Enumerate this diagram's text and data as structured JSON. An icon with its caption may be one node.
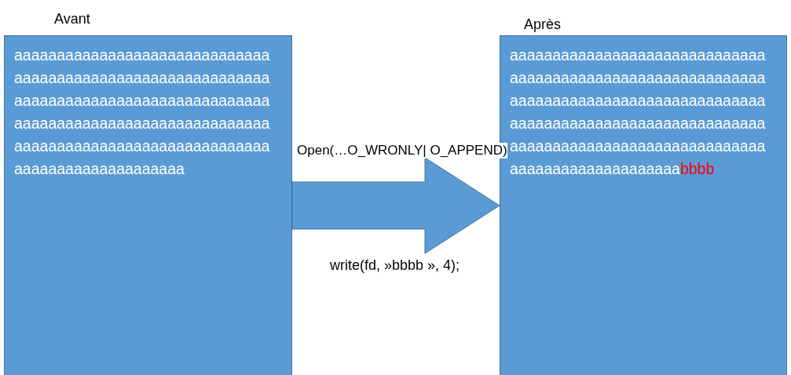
{
  "diagram": {
    "nodes": [
      {
        "text": [
          "Avant",
          "aaaaaaaaaaaaaaaaaaaaaaaaaaaaaa aaaaaaaaaaaaaaaaaaaaaaaaaaaaaa aaaaaaaaaaaaaaaaaaaaaaaaaaaaaa aaaaaaaaaaaaaaaaaaaaaaaaaaaaaa aaaaaaaaaaaaaaaaaaaaaaaaaaaaaa aaaaaaaaaaaaaaaaaaaa"
        ]
      },
      {
        "text": [
          "Après",
          "aaaaaaaaaaaaaaaaaaaaaaaaaaaaaa aaaaaaaaaaaaaaaaaaaaaaaaaaaaaa aaaaaaaaaaaaaaaaaaaaaaaaaaaaaa aaaaaaaaaaaaaaaaaaaaaaaaaaaaaa aaaaaaaaaaaaaaaaaaaaaaaaaaaaaa aaaaaaaaaaaaaaaaaaaa",
          "bbbb"
        ]
      }
    ],
    "edges": [
      {
        "from": 0,
        "to": 1,
        "arrow": "to",
        "label": "Open(…O_WRONLY| O_APPEND)",
        "style": "thick"
      }
    ],
    "labels": [
      "write(fd, »bbbb », 4);"
    ]
  }
}
